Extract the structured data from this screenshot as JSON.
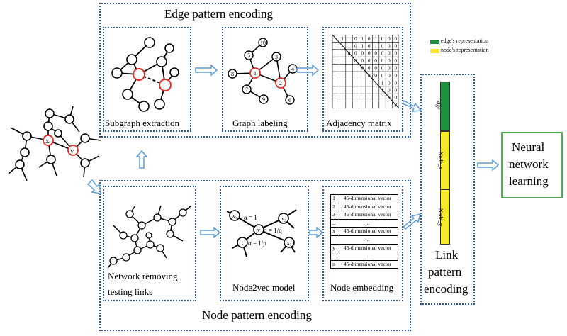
{
  "edge_panel": {
    "title": "Edge pattern encoding",
    "subgraph_label": "Subgraph extraction",
    "labeling_label": "Graph labeling",
    "adjacency_label": "Adjacency matrix",
    "matrix_header": [
      "",
      "1",
      "1",
      "0",
      "1",
      "0",
      "1",
      "0",
      "0",
      "0"
    ],
    "matrix_rows": [
      [
        "1",
        "0",
        "1",
        "0",
        "1",
        "0",
        "0",
        "0"
      ],
      [
        "0",
        "0",
        "0",
        "0",
        "0",
        "0",
        "0",
        "0"
      ],
      [
        "0",
        "0",
        "0",
        "0",
        "0",
        "0",
        "0"
      ],
      [
        "0",
        "0",
        "0",
        "0",
        "0",
        "0"
      ],
      [
        "0",
        "0",
        "0",
        "0",
        "0"
      ],
      [
        "1",
        "1",
        "0",
        "0"
      ],
      [
        "1",
        "0",
        "0"
      ],
      [
        "0",
        "0"
      ],
      [
        "0"
      ]
    ]
  },
  "node_panel": {
    "title": "Node pattern encoding",
    "removing_label_1": "Network removing",
    "removing_label_2": "testing links",
    "node2vec_label": "Node2vec model",
    "embedding_label": "Node embedding",
    "alpha1": "α = 1",
    "alpha_q": "α = 1/q",
    "alpha_p": "α = 1/p",
    "node_t": "t",
    "node_v": "v",
    "node_x1": "x₁",
    "node_x2": "x₂",
    "node_x3": "x₃",
    "embedding_rows": [
      {
        "id": "1",
        "vec": "45-dimensional vector"
      },
      {
        "id": "2",
        "vec": "45-dimensional vector"
      },
      {
        "id": "3",
        "vec": "45-dimensional vector"
      },
      {
        "id": "...",
        "vec": "..."
      },
      {
        "id": "x",
        "vec": "45-dimensional vector"
      },
      {
        "id": "",
        "vec": "..."
      },
      {
        "id": "y",
        "vec": "45-dimensional vector"
      },
      {
        "id": "",
        "vec": "..."
      },
      {
        "id": "n",
        "vec": "45-dimensional vector"
      }
    ]
  },
  "graph_labels": {
    "x": "x",
    "y": "y"
  },
  "labeling_nodes": [
    "10",
    "5",
    "3",
    "1",
    "4",
    "8",
    "7",
    "2",
    "9",
    "6"
  ],
  "legend": {
    "edge": "edge's representation",
    "node": "node's representation",
    "edge_color": "#1e8f3e",
    "node_color": "#f4ea2a"
  },
  "link_panel": {
    "bar_edge": "Edge",
    "bar_node_x": "Node_x",
    "bar_node_y": "Node_y",
    "label_1": "Link",
    "label_2": "pattern",
    "label_3": "encoding"
  },
  "output": {
    "line1": "Neural",
    "line2": "network",
    "line3": "learning",
    "border_color": "#4caf50"
  },
  "colors": {
    "frame": "#2f5597",
    "arrow": "#5b9bd5",
    "highlight": "#e0302b"
  }
}
